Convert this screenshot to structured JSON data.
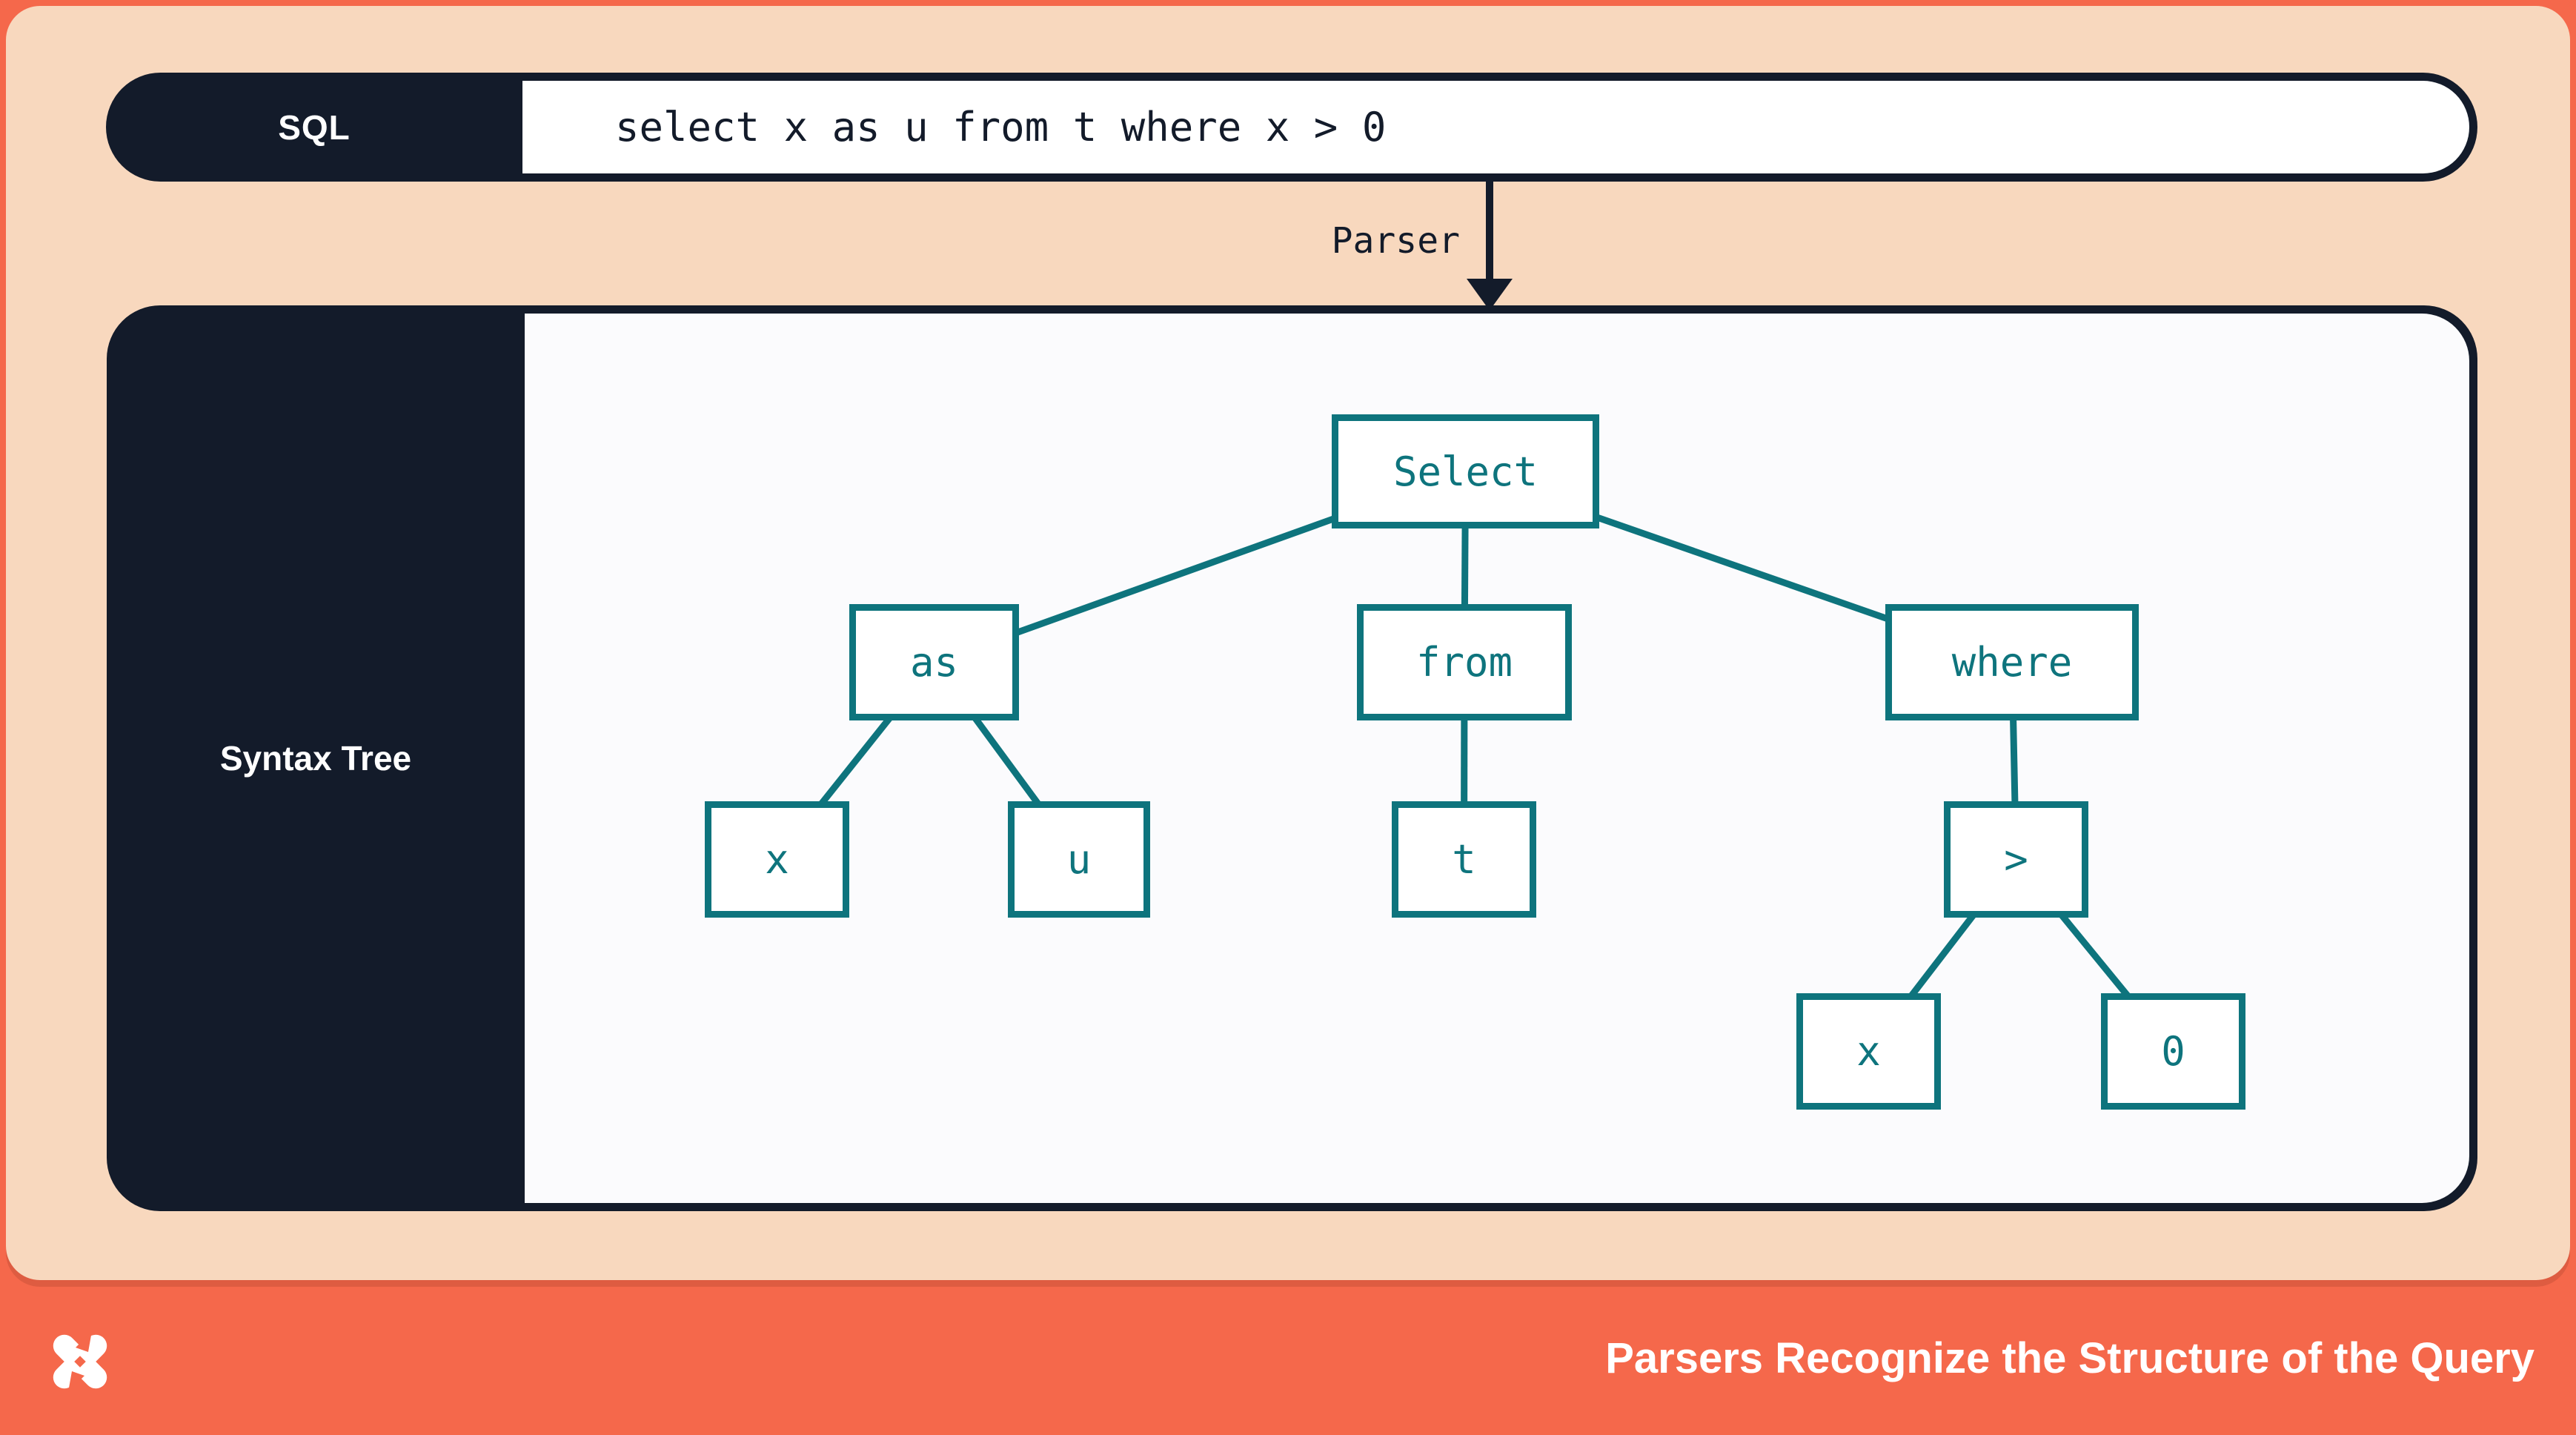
{
  "colors": {
    "accent_orange": "#f5684b",
    "peach_background": "#f8d8be",
    "navy": "#131b2a",
    "teal": "#0e747d",
    "panel_white": "#fbfbfd"
  },
  "sql_bar": {
    "label": "SQL",
    "query": "select x as u from t where x > 0"
  },
  "parser": {
    "label": "Parser"
  },
  "syntax_tree": {
    "panel_label": "Syntax Tree",
    "nodes": [
      {
        "id": "select",
        "label": "Select",
        "parent": null
      },
      {
        "id": "as",
        "label": "as",
        "parent": "select"
      },
      {
        "id": "from",
        "label": "from",
        "parent": "select"
      },
      {
        "id": "where",
        "label": "where",
        "parent": "select"
      },
      {
        "id": "x1",
        "label": "x",
        "parent": "as"
      },
      {
        "id": "u",
        "label": "u",
        "parent": "as"
      },
      {
        "id": "t",
        "label": "t",
        "parent": "from"
      },
      {
        "id": "gt",
        "label": ">",
        "parent": "where"
      },
      {
        "id": "x2",
        "label": "x",
        "parent": "gt"
      },
      {
        "id": "zero",
        "label": "0",
        "parent": "gt"
      }
    ]
  },
  "footer": {
    "logo": "dbt-logo",
    "title": "Parsers Recognize the Structure of the Query"
  }
}
